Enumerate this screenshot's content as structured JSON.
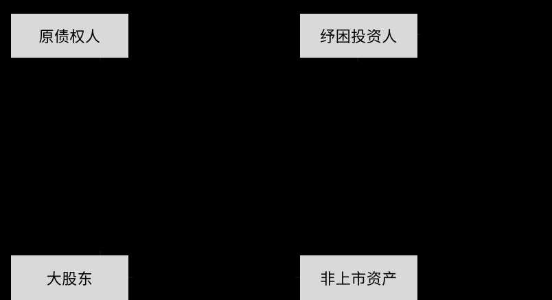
{
  "diagram": {
    "background_color": "#000000",
    "node_fill_color": "#d9d9d9",
    "nodes": [
      {
        "id": "original-creditor",
        "label": "原债权人"
      },
      {
        "id": "distressed-investor",
        "label": "纾困投资人"
      },
      {
        "id": "major-shareholder",
        "label": "大股东"
      },
      {
        "id": "unlisted-assets",
        "label": "非上市资产"
      }
    ]
  }
}
